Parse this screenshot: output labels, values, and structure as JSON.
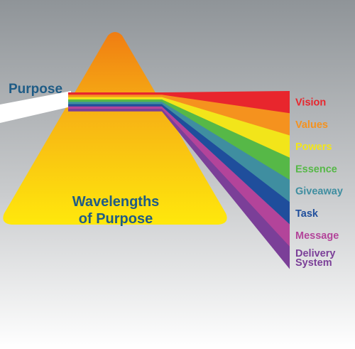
{
  "input_label": {
    "text": "Purpose",
    "color": "#1f5c86"
  },
  "prism_label": {
    "line1": "Wavelengths",
    "line2": "of Purpose",
    "color": "#1f5c86"
  },
  "beams": [
    {
      "label": "Vision",
      "lines": [
        "Vision"
      ],
      "color": "#e8262d"
    },
    {
      "label": "Values",
      "lines": [
        "Values"
      ],
      "color": "#f5921e"
    },
    {
      "label": "Powers",
      "lines": [
        "Powers"
      ],
      "color": "#f2e51a"
    },
    {
      "label": "Essence",
      "lines": [
        "Essence"
      ],
      "color": "#56b847"
    },
    {
      "label": "Giveaway",
      "lines": [
        "Giveaway"
      ],
      "color": "#3f8ea0"
    },
    {
      "label": "Task",
      "lines": [
        "Task"
      ],
      "color": "#1f4e9c"
    },
    {
      "label": "Message",
      "lines": [
        "Message"
      ],
      "color": "#b3449a"
    },
    {
      "label": "Delivery System",
      "lines": [
        "Delivery",
        "System"
      ],
      "color": "#7b3f98"
    }
  ],
  "colors": {
    "background_top": "#8f9498",
    "background_bottom": "#ffffff",
    "prism_top": "#f07d12",
    "prism_bottom": "#ffe80c",
    "input_beam": "#ffffff"
  }
}
